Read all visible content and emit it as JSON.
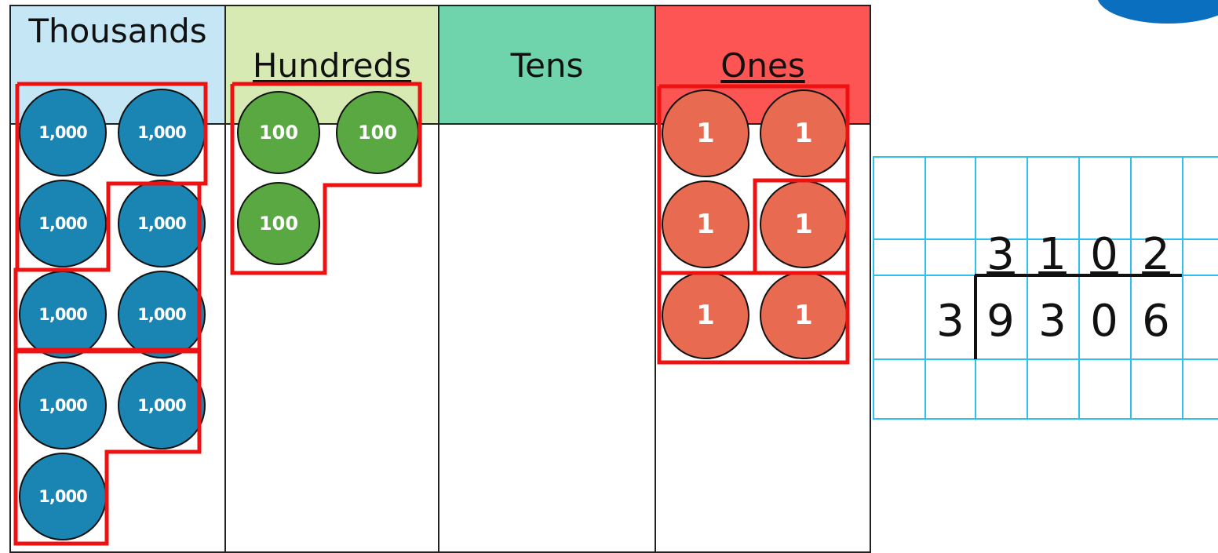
{
  "colors": {
    "thousands_header": "#c5e6f5",
    "hundreds_header": "#d8eab4",
    "tens_header": "#6fd3ac",
    "ones_header": "#fd5454",
    "thousand_counter": "#1a84b2",
    "hundred_counter": "#5aa842",
    "one_counter": "#e86a50",
    "group_outline": "#ee1111",
    "grid_lines": "#2fc0ef",
    "logo": "#0a6fbf"
  },
  "headers": {
    "thousands": "Thousands",
    "hundreds": "Hundreds",
    "tens": "Tens",
    "ones": "Ones"
  },
  "counters": {
    "thousand_label": "1,000",
    "hundred_label": "100",
    "one_label": "1",
    "thousand_count": 9,
    "hundred_count": 3,
    "tens_count": 0,
    "one_count": 6
  },
  "division": {
    "quotient": [
      "3",
      "1",
      "0",
      "2"
    ],
    "divisor": "3",
    "dividend": [
      "9",
      "3",
      "0",
      "6"
    ]
  }
}
